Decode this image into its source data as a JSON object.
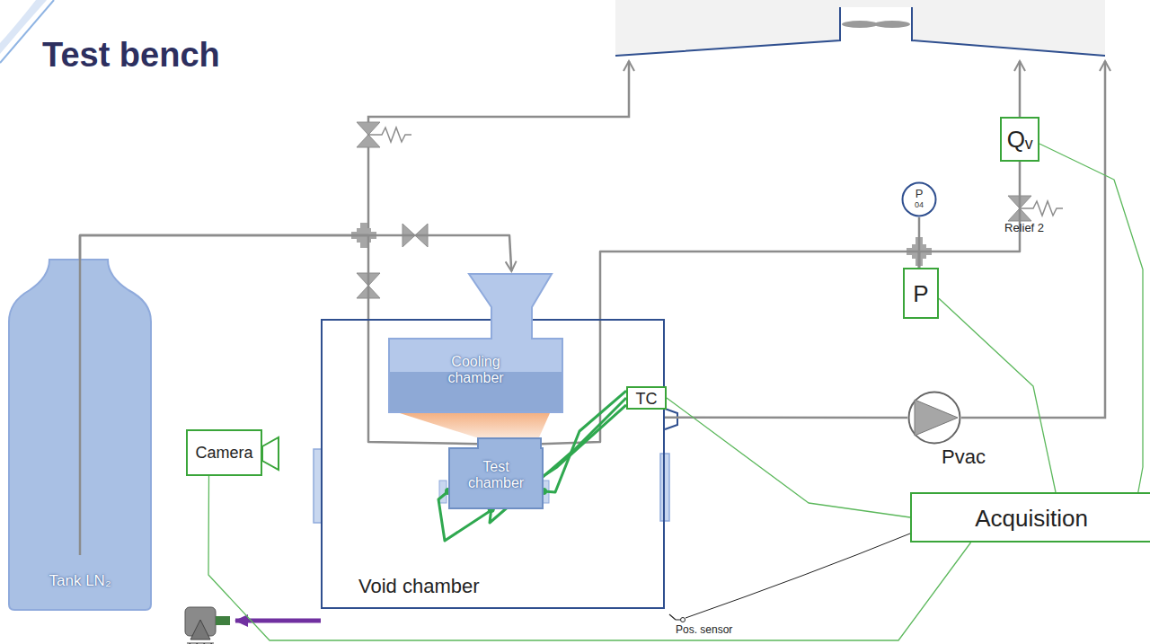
{
  "diagram": {
    "title": "Test bench",
    "nodes": [
      {
        "text": [
          "Tank LN₂"
        ]
      },
      {
        "text": [
          "Void chamber"
        ]
      },
      {
        "text": [
          "Cooling chamber"
        ],
        "in": 1
      },
      {
        "text": [
          "Test chamber"
        ],
        "in": 1
      },
      {
        "text": [
          "Camera"
        ]
      },
      {
        "text": [
          "TC"
        ]
      },
      {
        "text": [
          "P"
        ]
      },
      {
        "text": [
          "P",
          "04"
        ]
      },
      {
        "text": [
          "Qᵥ"
        ]
      },
      {
        "text": [
          "Acquisition"
        ]
      },
      {
        "text": [
          "Pvac"
        ]
      }
    ],
    "edges": [
      {
        "from": 0,
        "to": 2,
        "arrow": "to"
      },
      {
        "from": 0,
        "to": 3,
        "arrow": "none"
      },
      {
        "from": 3,
        "to": 6,
        "arrow": "none"
      },
      {
        "from": 7,
        "to": 6,
        "arrow": "none"
      },
      {
        "from": 6,
        "to": 8,
        "arrow": "none"
      },
      {
        "from": 1,
        "to": 10,
        "arrow": "none"
      },
      {
        "from": 4,
        "to": 9,
        "arrow": "none"
      },
      {
        "from": 5,
        "to": 9,
        "arrow": "none"
      },
      {
        "from": 6,
        "to": 9,
        "arrow": "none"
      },
      {
        "from": 8,
        "to": 9,
        "arrow": "none"
      },
      {
        "from": 3,
        "to": 5,
        "arrow": "none"
      },
      {
        "from": 3,
        "to": 5,
        "arrow": "none"
      },
      {
        "from": 3,
        "to": 5,
        "arrow": "none"
      }
    ],
    "labels": [
      "Relief 2",
      "Pos. sensor"
    ]
  }
}
